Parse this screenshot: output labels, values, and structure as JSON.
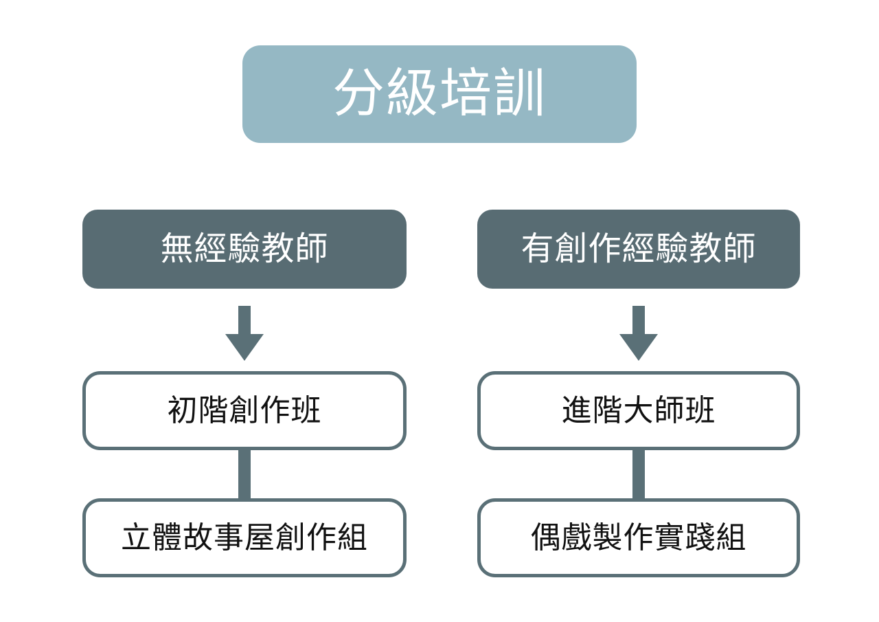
{
  "diagram": {
    "title": "分級培訓",
    "colors": {
      "title_fill": "#95b8c4",
      "title_text": "#ffffff",
      "header_fill": "#586c73",
      "header_text": "#ffffff",
      "node_border": "#5a7077",
      "node_fill": "#ffffff",
      "node_text": "#111111",
      "connector": "#5a7077",
      "background": "#ffffff"
    },
    "branches": [
      {
        "id": "no-experience",
        "header": "無經驗教師",
        "connector_to_level1": "arrow-down",
        "level1": "初階創作班",
        "connector_to_level2": "bar",
        "level2": "立體故事屋創作組"
      },
      {
        "id": "with-experience",
        "header": "有創作經驗教師",
        "connector_to_level1": "arrow-down",
        "level1": "進階大師班",
        "connector_to_level2": "bar",
        "level2": "偶戲製作實踐組"
      }
    ]
  }
}
